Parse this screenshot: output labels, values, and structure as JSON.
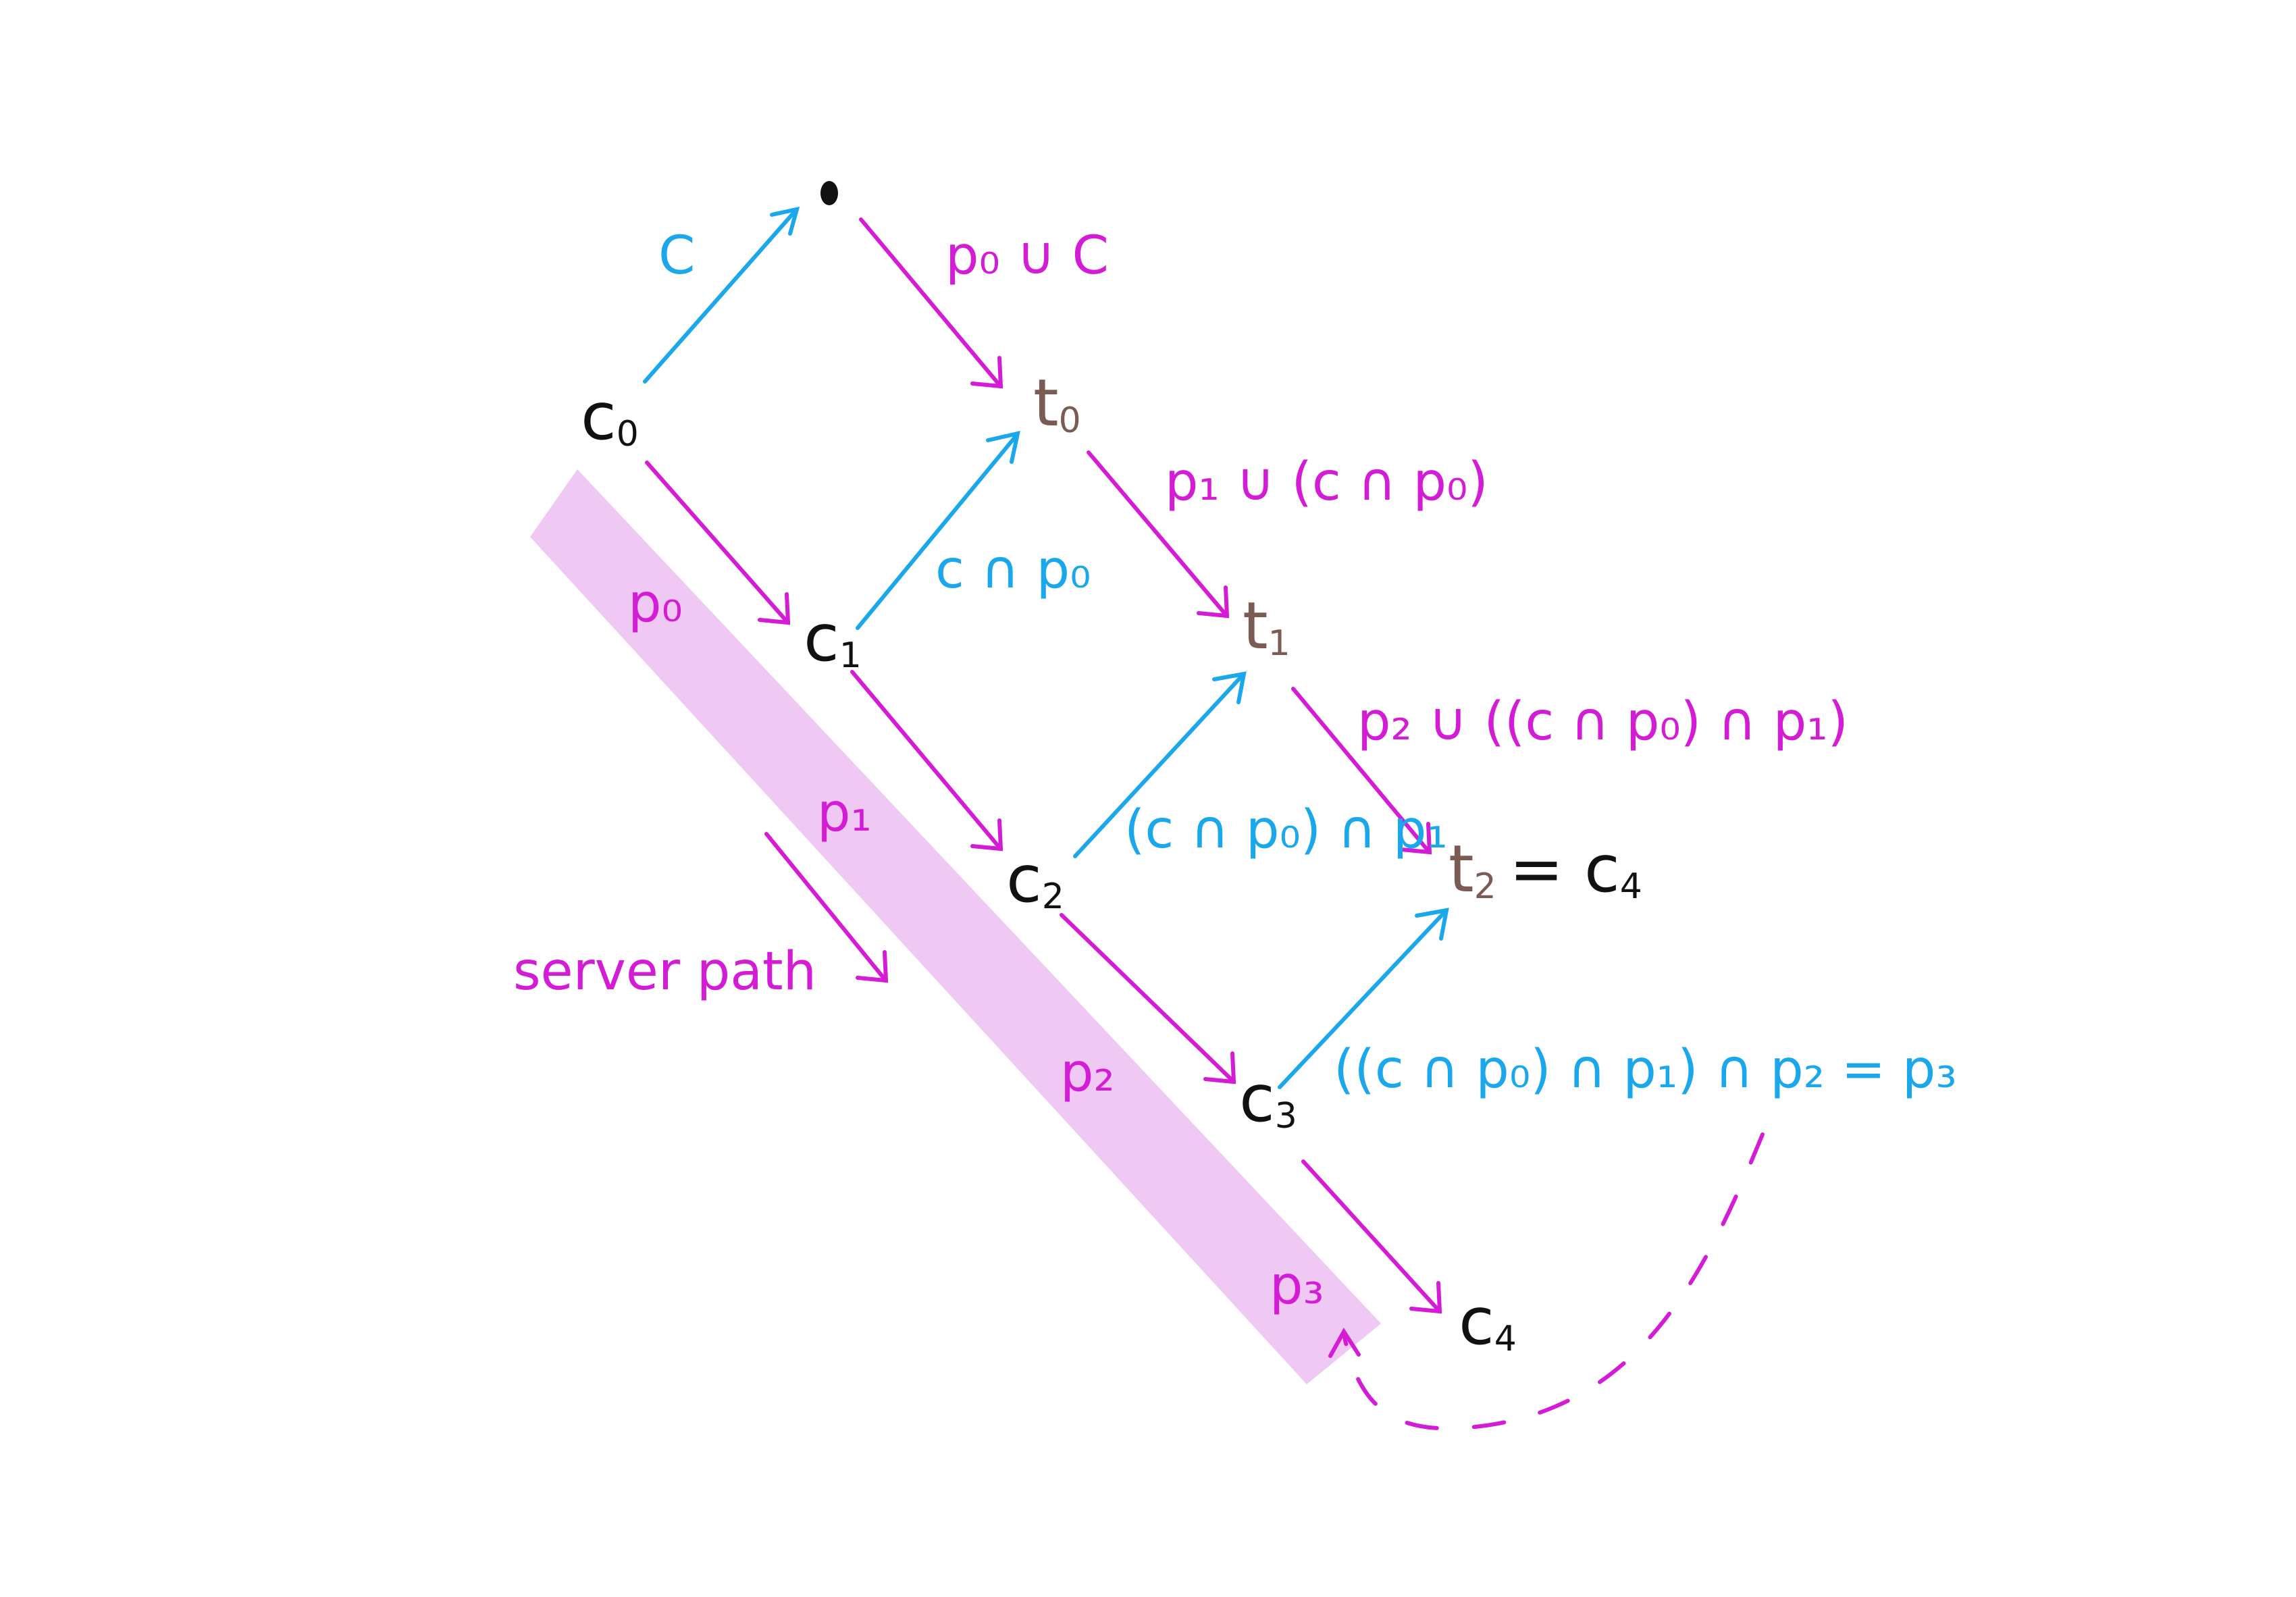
{
  "colors": {
    "background": "#ffffff",
    "client": "#1aa7ec",
    "server": "#d41bd6",
    "server_path_band": "#efc8f3",
    "commit": "#111111",
    "transformed": "#7a5c55"
  },
  "nodes": {
    "top": "•",
    "c0": {
      "base": "c",
      "sub": "0"
    },
    "c1": {
      "base": "c",
      "sub": "1"
    },
    "c2": {
      "base": "c",
      "sub": "2"
    },
    "c3": {
      "base": "c",
      "sub": "3"
    },
    "c4": {
      "base": "c",
      "sub": "4"
    },
    "t0": {
      "base": "t",
      "sub": "0"
    },
    "t1": {
      "base": "t",
      "sub": "1"
    },
    "t2": {
      "base": "t",
      "sub": "2"
    },
    "t2_equals": "= c",
    "t2_equals_sub": "4"
  },
  "edges": {
    "c": "C",
    "p0_union_c": "p₀ ∪ C",
    "c_cap_p0": "c ∩ p₀",
    "p1_union": "p₁ ∪ (c ∩ p₀)",
    "c_cap_p0_cap_p1": "(c ∩ p₀) ∩ p₁",
    "p2_union": "p₂ ∪ ((c ∩ p₀) ∩ p₁)",
    "p3_def": "((c ∩ p₀) ∩ p₁) ∩ p₂ = p₃"
  },
  "band_labels": {
    "p0": "p₀",
    "p1": "p₁",
    "p2": "p₂",
    "p3": "p₃"
  },
  "server_path_label": "server path"
}
